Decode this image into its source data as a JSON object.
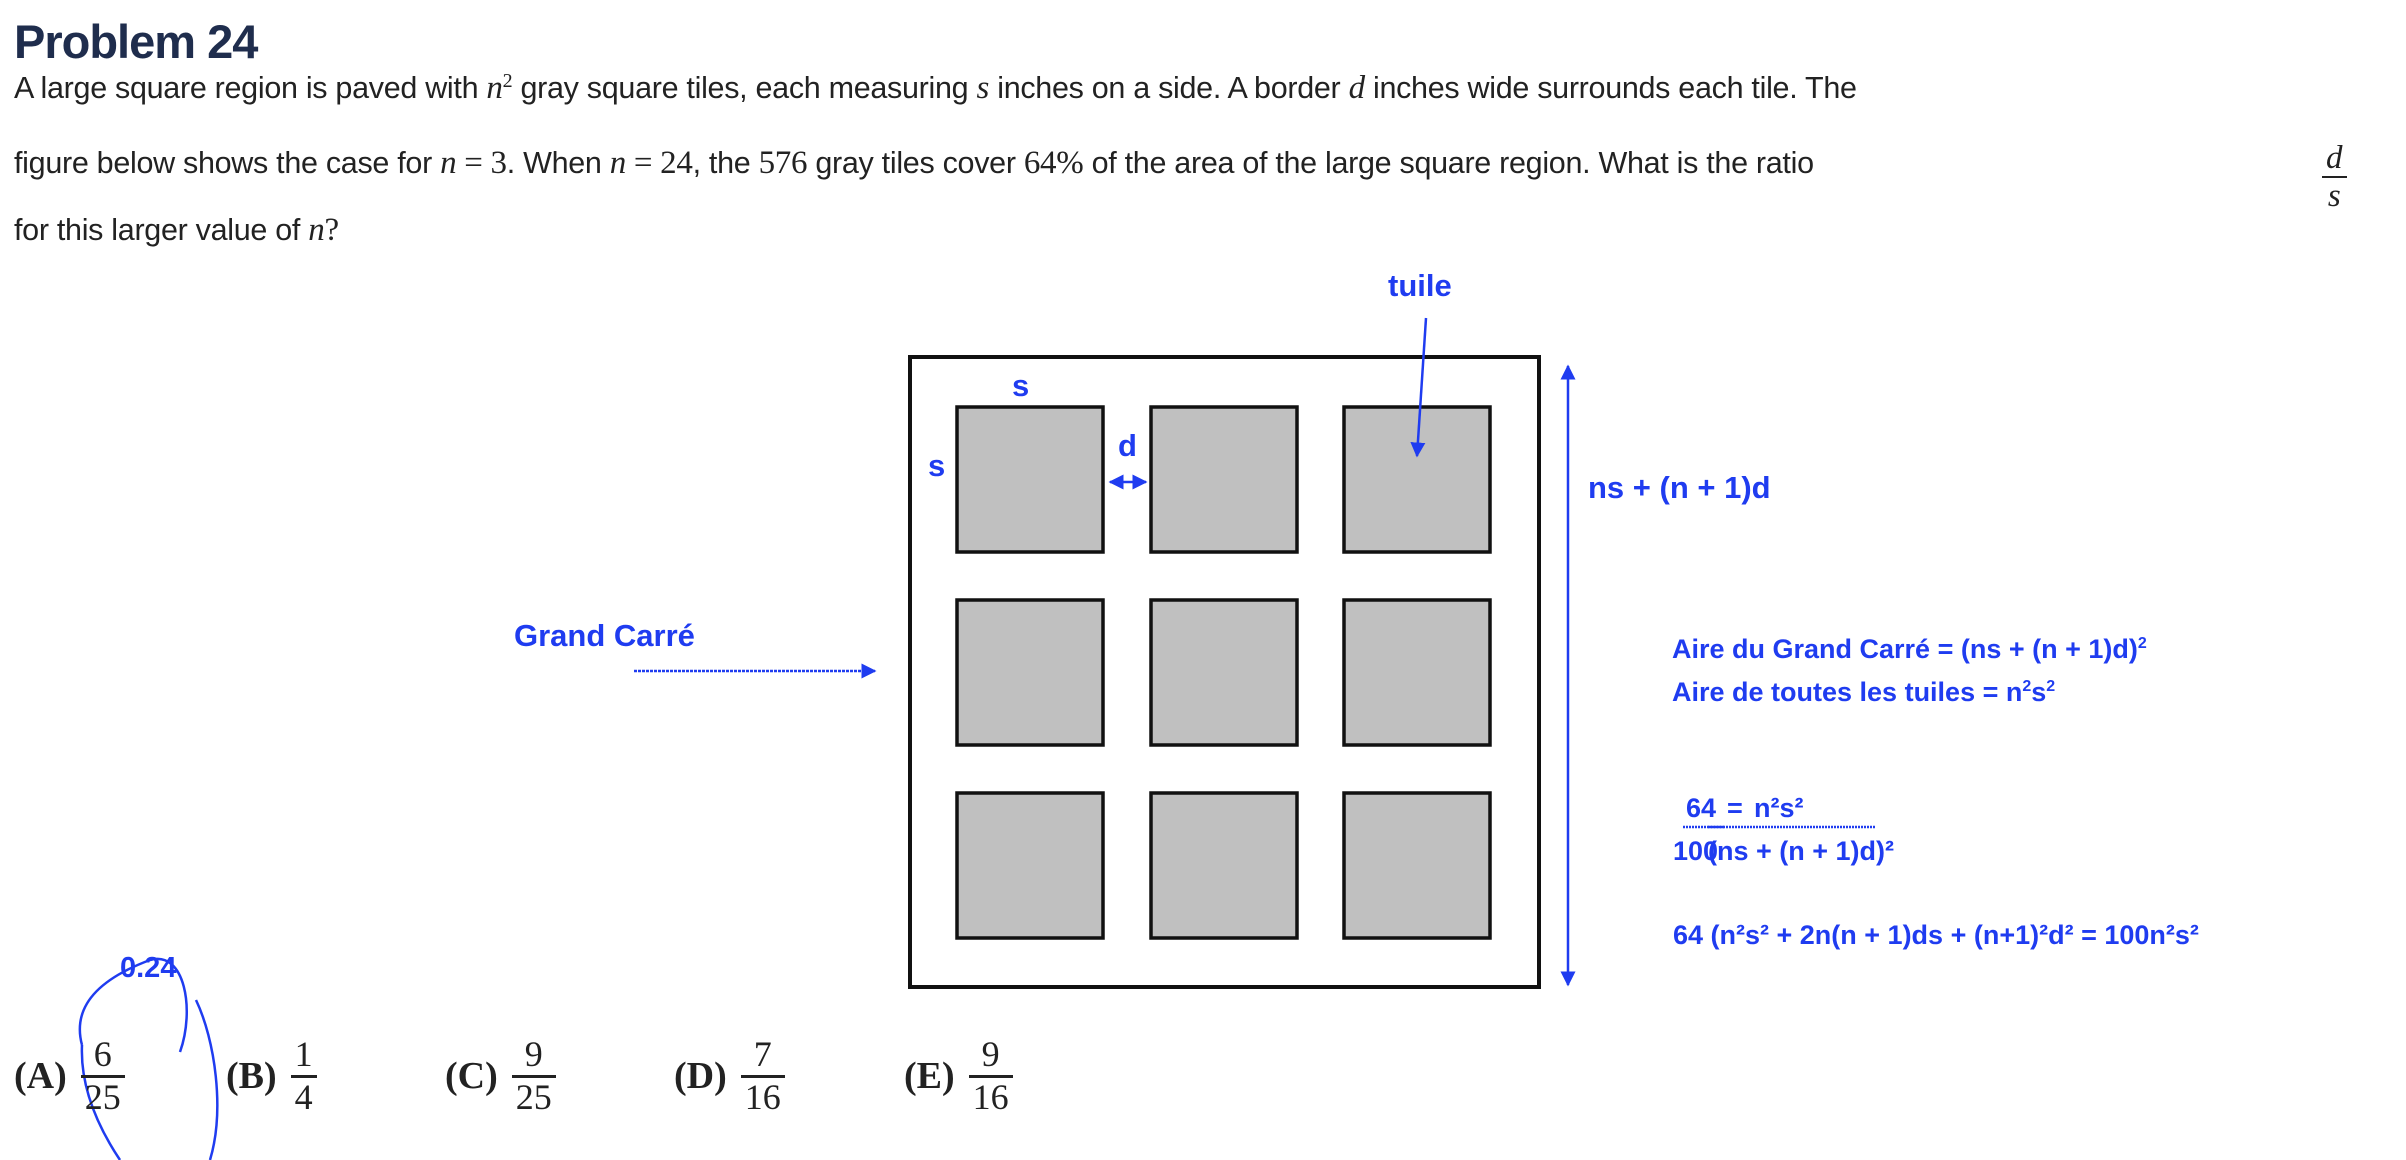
{
  "title": "Problem 24",
  "problem": {
    "l1": [
      "A large square region is paved with ",
      "n",
      "2",
      " gray square tiles, each measuring ",
      "s",
      " inches on a side. A border ",
      "d",
      " inches wide surrounds each tile. The"
    ],
    "l2": [
      "figure below shows the case for ",
      "n",
      " = 3",
      ". When ",
      "n",
      " = 24",
      ", the ",
      "576",
      " gray tiles cover ",
      "64%",
      " of the area of the large square region. What is the ratio "
    ],
    "ratio": {
      "num": "d",
      "den": "s"
    },
    "l3": [
      "for this larger value of ",
      "n",
      "?"
    ]
  },
  "figure": {
    "label_s_top": "s",
    "label_s_left": "s",
    "label_d": "d",
    "label_tuile": "tuile",
    "label_grand_carre": "Grand Carré",
    "label_side": "ns + (n + 1)d"
  },
  "notes": {
    "aire_grand": "Aire du Grand Carré = (ns + (n + 1)d)",
    "aire_grand_exp": "2",
    "aire_tuiles": "Aire de toutes les tuiles = n",
    "aire_tuiles_s": "s",
    "frac_left_num": "64",
    "frac_left_den": "100",
    "eq": "=",
    "frac_right_num": "n²s²",
    "frac_right_den": "(ns + (n + 1)d)²",
    "expanded": "64 (n²s² + 2n(n + 1)ds + (n+1)²d² = 100n²s²",
    "answer_note": "0.24"
  },
  "choices": [
    {
      "label": "(A)",
      "num": "6",
      "den": "25"
    },
    {
      "label": "(B)",
      "num": "1",
      "den": "4"
    },
    {
      "label": "(C)",
      "num": "9",
      "den": "25"
    },
    {
      "label": "(D)",
      "num": "7",
      "den": "16"
    },
    {
      "label": "(E)",
      "num": "9",
      "den": "16"
    }
  ],
  "colors": {
    "annotation": "#1f3cf0",
    "title": "#1f2d4d",
    "tile": "#c0c0c0"
  }
}
